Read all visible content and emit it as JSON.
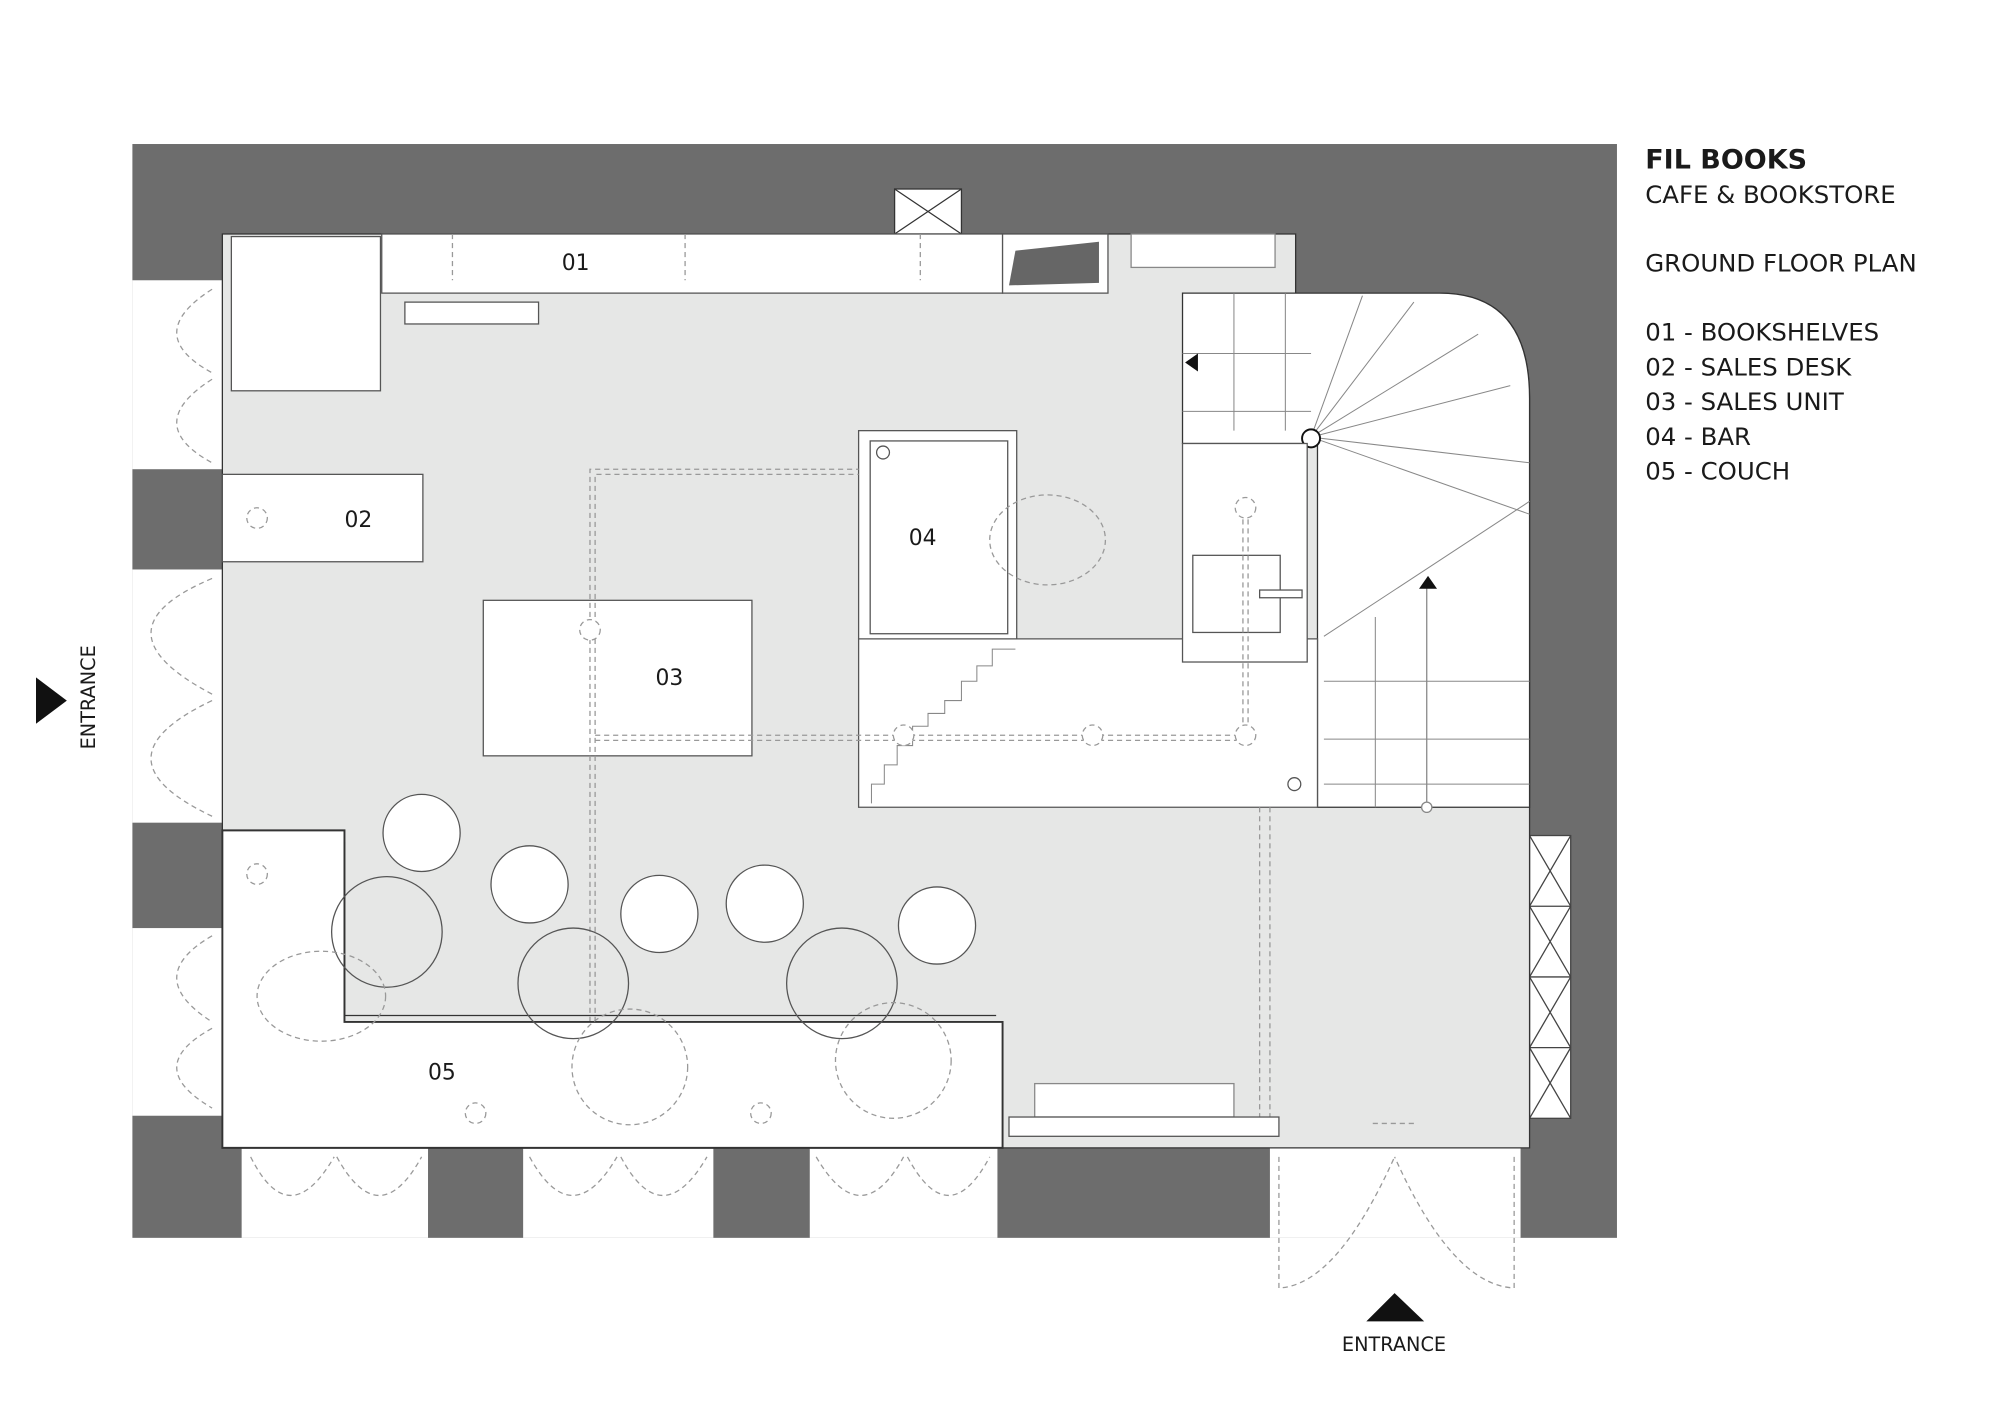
{
  "title": "FIL BOOKS",
  "subtitle": "CAFE & BOOKSTORE",
  "plan_name": "GROUND FLOOR PLAN",
  "legend": [
    "01 - BOOKSHELVES",
    "02 - SALES DESK",
    "03 - SALES UNIT",
    "04 - BAR",
    "05 - COUCH"
  ],
  "room_labels": {
    "r01": "01",
    "r02": "02",
    "r03": "03",
    "r04": "04",
    "r05": "05"
  },
  "entrance_left": "ENTRANCE",
  "entrance_bottom": "ENTRANCE",
  "colors": {
    "wall": "#6d6d6d",
    "floor": "#e6e7e6",
    "furniture": "#ffffff"
  }
}
